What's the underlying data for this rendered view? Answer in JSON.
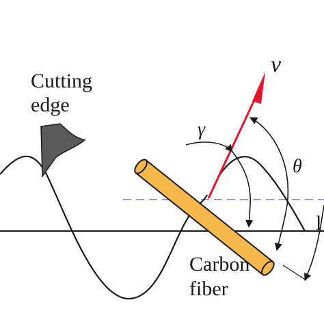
{
  "labels": {
    "cutting_edge_line1": "Cutting",
    "cutting_edge_line2": "edge",
    "carbon_fiber_line1": "Carbon",
    "carbon_fiber_line2": "fiber",
    "velocity": "v",
    "gamma": "γ",
    "theta": "θ",
    "right_edge_char": "l"
  },
  "colors": {
    "line": "#1a1a1a",
    "fiber_fill": "#f6b84a",
    "fiber_stroke": "#1a1a1a",
    "velocity_arrow": "#e8132a",
    "dashed_line": "#6f78d8",
    "cutting_edge_fill": "#5a5a5a"
  }
}
